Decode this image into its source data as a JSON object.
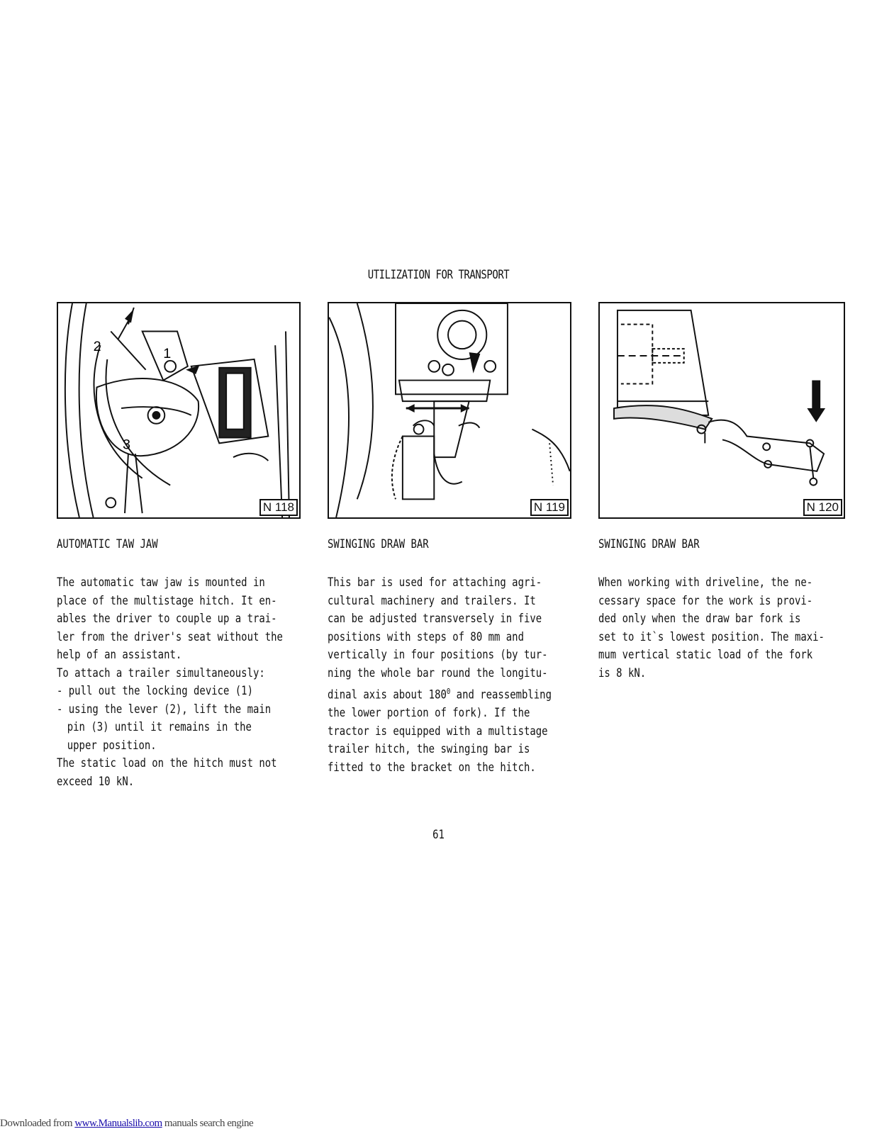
{
  "header": {
    "title": "UTILIZATION FOR TRANSPORT"
  },
  "figures": [
    {
      "label": "N 118",
      "callouts": [
        "1",
        "2",
        "3"
      ]
    },
    {
      "label": "N 119"
    },
    {
      "label": "N 120"
    }
  ],
  "columns": [
    {
      "heading": "AUTOMATIC TAW JAW",
      "lines": [
        "The automatic taw  jaw is mounted  in",
        "place of the multistage hitch. It en-",
        "ables the driver to couple up a trai-",
        "ler from the driver's seat without the",
        "help of an assistant.",
        "To attach a trailer simultaneously:",
        "- pull out the locking device (1)",
        "- using the lever (2), lift the  main",
        "pin (3)  until  it  remains in the",
        "upper position.",
        "The static load on the hitch must not",
        "exceed 10 kN."
      ]
    },
    {
      "heading": "SWINGING DRAW BAR",
      "lines": [
        "This bar is  used for  attaching agri-",
        "cultural  machinery  and  trailers. It",
        "can be adjusted  transversely  in five",
        "positions  with  steps  of  80 mm  and",
        "vertically  in four  positions (by tur-",
        "ning the whole bar round the  longitu-",
        "dinal axis about 180",
        "the  lower  portion  of  fork). If the",
        "tractor is  equipped with a multistage",
        "trailer  hitch,  the  swinging  bar is",
        "fitted to the bracket on the hitch."
      ],
      "degree_suffix": "0",
      "line7_tail": " and reassembling"
    },
    {
      "heading": "SWINGING DRAW BAR",
      "lines": [
        "When working  with driveline, the ne-",
        "cessary space for the  work is provi-",
        "ded only  when the  draw bar  fork is",
        "set to it`s lowest position. The maxi-",
        "mum vertical static load of the fork",
        "is 8 kN."
      ]
    }
  ],
  "page_number": "61",
  "footer": {
    "prefix": "Downloaded from ",
    "link": "www.Manualslib.com",
    "suffix": " manuals search engine"
  }
}
